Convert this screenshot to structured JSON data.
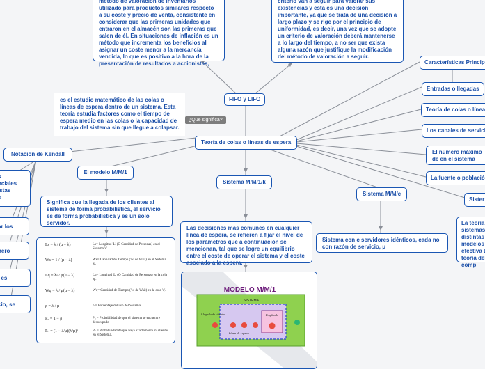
{
  "center": {
    "label": "Teoría de colas o líneas de espera",
    "tag": "¿Que significa?"
  },
  "definition": "es el estudio matemático de las colas o líneas de espera dentro de un sistema. Esta teoría estudia factores como el tiempo de espera medio en las colas o la capacidad de trabajo del sistema sin que llegue a colapsar.",
  "fifo": {
    "label": "FIFO y LIFO",
    "left_text": "método de valoración de inventarios utilizado para productos similares respecto a su coste y precio de venta, consistente en considerar que las primeras unidades que entraron en el almacén son las primeras que salen de él. En situaciones de inflación es un método que incrementa los beneficios al asignar un coste menor a la mercancía vendida, lo que es positivo a la hora de la presentación de resultados a accionistas,",
    "right_text": "criterio van a seguir para valorar sus existencias y esta es una decisión importante, ya que se trata de una decisión a largo plazo y se rige por el principio de uniformidad, es decir, una vez que se adopte un criterio de valoración deberá mantenerse a lo largo del tiempo, a no ser que exista alguna razón que justifique la modificación del método de valoración a seguir."
  },
  "kendall": {
    "label": "Notacion de Kendall"
  },
  "left_partial": [
    "s",
    "nciales",
    "istas",
    "s",
    "ar los",
    "nero",
    "l es",
    "cio, se"
  ],
  "mm1": {
    "label": "El modelo M/M/1",
    "text": "Significa que la llegada de los clientes al sistema de forma probabilística, el servicio es de forma probabilística y es un solo servidor.",
    "formulas": [
      {
        "lhs": "Ls = λ / (μ − λ)",
        "desc": "Ls= Longitud 'L' (O Cantidad de Personas) en el Sistema 's'."
      },
      {
        "lhs": "Ws = 1 / (μ − λ)",
        "desc": "Ws= Cantidad de Tiempo ('w' de Wait) en el Sistema 's'."
      },
      {
        "lhs": "Lq = λ² / μ(μ − λ)",
        "desc": "Lq= Longitud 'L' (O Cantidad de Personas) en la cola 'q'."
      },
      {
        "lhs": "Wq = λ / μ(μ − λ)",
        "desc": "Wq= Cantidad de Tiempo ('w' de Wait) en la cola 'q'."
      },
      {
        "lhs": "ρ = λ / μ",
        "desc": "ρ = Porcentaje del uso del Sistema"
      },
      {
        "lhs": "P₀ = 1 − ρ",
        "desc": "P₀ = Probabilidad de que el sistema se encuentre desocupado"
      },
      {
        "lhs": "Pₙ = (1 − λ/μ)(λ/μ)ⁿ",
        "desc": "Pₙ = Probabilidad de que haya exactamente 'n' clientes en el Sistema."
      }
    ]
  },
  "mm1k": {
    "label": "Sistema M/M/1/k",
    "text": "Las decisiones más comunes en cualquier línea de espera, se refieren a fijar el nivel de los parámetros que a continuación se mencionan, tal que se logre un equilibrio entre el coste de operar el sistema y el coste asociado a la espera.",
    "model": {
      "title": "MODELO M/M/1",
      "system": "SISTEMA",
      "arrivals": "Llegada de clientes",
      "queue": "Línea de espera",
      "server": "Empleado"
    }
  },
  "mmc": {
    "label": "Sistema M/M/c",
    "text": "Sistema con c servidores idénticos, cada no con razón de servicio, μ"
  },
  "right": {
    "items": [
      "Características  Principales",
      "Entradas o llegadas",
      "Teoría de colas o líneas",
      "Los canales de servicio",
      "El número máximo de en el sistema",
      "La fuente o población",
      "Sister"
    ],
    "note": "La teoría sistemas distintas modelos efectiva La teoría del comp"
  },
  "colors": {
    "accent": "#1a56b3",
    "text": "#1b4fa8",
    "background": "#f4f5f7",
    "line": "#8a8f98",
    "tag": "#7d7d7d"
  }
}
